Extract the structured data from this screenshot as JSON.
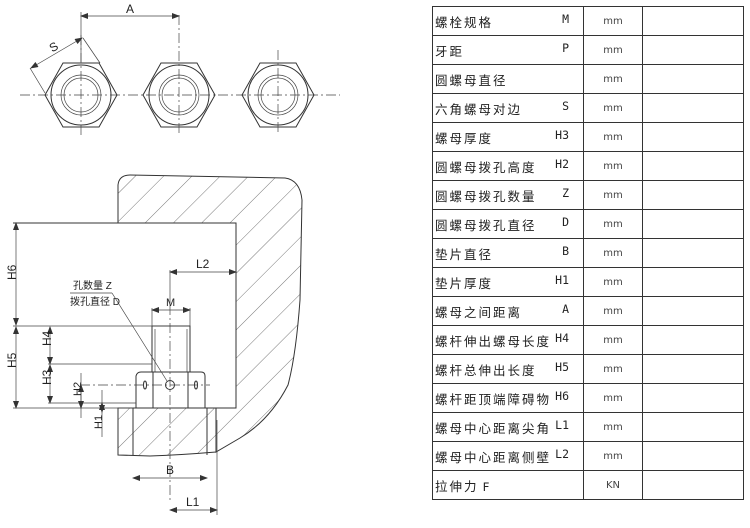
{
  "drawing": {
    "top_view": {
      "label_A": "A",
      "label_S": "S"
    },
    "section_view": {
      "label_H6": "H6",
      "label_H5": "H5",
      "label_H4": "H4",
      "label_H3": "H3",
      "label_H2": "H2",
      "label_H1": "H1",
      "label_L2": "L2",
      "label_L1": "L1",
      "label_M": "M",
      "label_B": "B",
      "callout_line1": "孔数量 Z",
      "callout_line2": "拨孔直径 D"
    }
  },
  "table": {
    "rows": [
      {
        "name": "螺栓规格",
        "symbol": "M",
        "unit": "mm",
        "value": ""
      },
      {
        "name": "牙距",
        "symbol": "P",
        "unit": "mm",
        "value": ""
      },
      {
        "name": "圆螺母直径",
        "symbol": "",
        "unit": "mm",
        "value": ""
      },
      {
        "name": "六角螺母对边",
        "symbol": "S",
        "unit": "mm",
        "value": ""
      },
      {
        "name": "螺母厚度",
        "symbol": "H3",
        "unit": "mm",
        "value": ""
      },
      {
        "name": "圆螺母拨孔高度",
        "symbol": "H2",
        "unit": "mm",
        "value": ""
      },
      {
        "name": "圆螺母拨孔数量",
        "symbol": "Z",
        "unit": "mm",
        "value": ""
      },
      {
        "name": "圆螺母拨孔直径",
        "symbol": "D",
        "unit": "mm",
        "value": ""
      },
      {
        "name": "垫片直径",
        "symbol": "B",
        "unit": "mm",
        "value": ""
      },
      {
        "name": "垫片厚度",
        "symbol": "H1",
        "unit": "mm",
        "value": ""
      },
      {
        "name": "螺母之间距离",
        "symbol": "A",
        "unit": "mm",
        "value": ""
      },
      {
        "name": "螺杆伸出螺母长度",
        "symbol": "H4",
        "unit": "mm",
        "value": ""
      },
      {
        "name": "螺杆总伸出长度",
        "symbol": "H5",
        "unit": "mm",
        "value": ""
      },
      {
        "name": "螺杆距顶端障碍物",
        "symbol": "H6",
        "unit": "mm",
        "value": ""
      },
      {
        "name": "螺母中心距离尖角",
        "symbol": "L1",
        "unit": "mm",
        "value": ""
      },
      {
        "name": "螺母中心距离侧壁",
        "symbol": "L2",
        "unit": "mm",
        "value": ""
      },
      {
        "name": "拉伸力",
        "symbol": "F",
        "unit": "KN",
        "value": ""
      }
    ]
  }
}
